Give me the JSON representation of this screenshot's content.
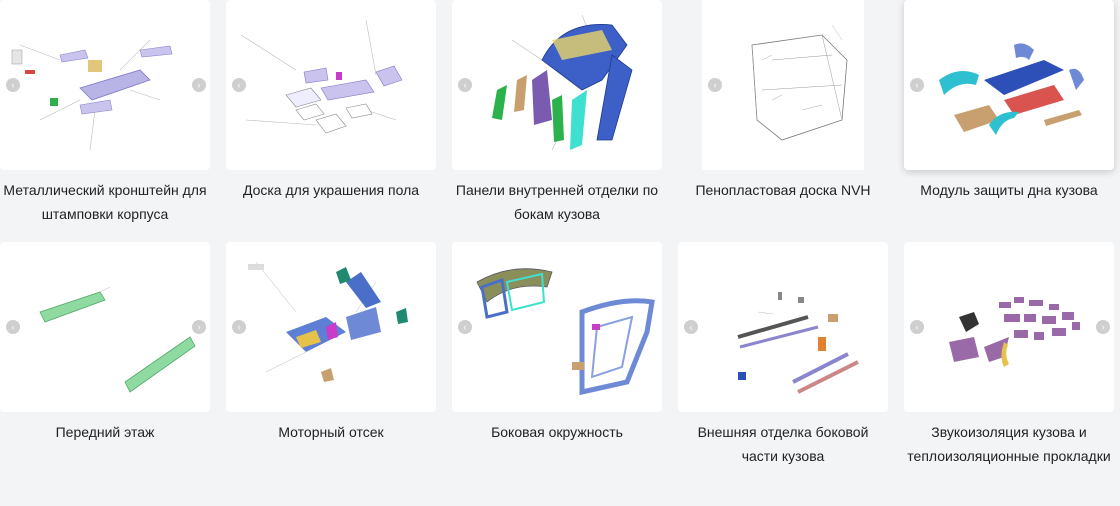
{
  "arrows": {
    "prev": "‹",
    "next": "›"
  },
  "categories": [
    {
      "label": "Металлический кронштейн для штамповки корпуса",
      "icon": "bracket-stamping-diagram-icon"
    },
    {
      "label": "Доска для украшения пола",
      "icon": "floor-trim-board-diagram-icon"
    },
    {
      "label": "Панели внутренней отделки по бокам кузова",
      "icon": "side-inner-trim-panel-diagram-icon"
    },
    {
      "label": "Пенопластовая доска NVH",
      "icon": "foam-nvh-board-diagram-icon"
    },
    {
      "label": "Модуль защиты дна кузова",
      "icon": "underbody-protection-diagram-icon"
    },
    {
      "label": "Передний этаж",
      "icon": "front-floor-diagram-icon"
    },
    {
      "label": "Моторный отсек",
      "icon": "engine-compartment-diagram-icon"
    },
    {
      "label": "Боковая окружность",
      "icon": "body-side-frame-diagram-icon"
    },
    {
      "label": "Внешняя отделка боковой части кузова",
      "icon": "exterior-side-trim-diagram-icon"
    },
    {
      "label": "Звукоизоляция кузова и теплоизоляционные прокладки",
      "icon": "sound-heat-insulation-diagram-icon"
    }
  ]
}
